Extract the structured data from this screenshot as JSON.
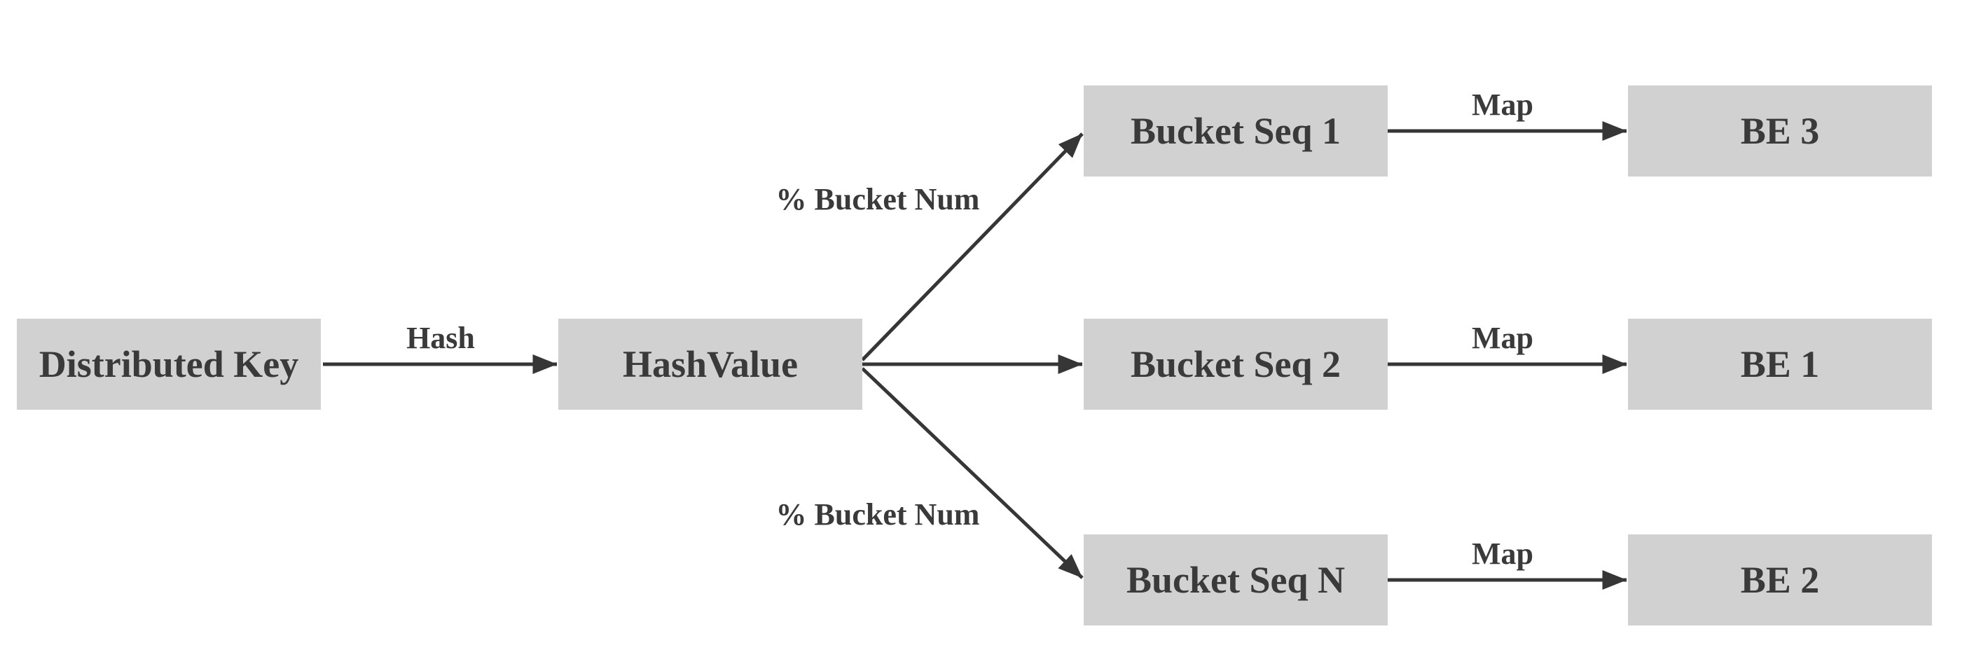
{
  "diagram": {
    "description": "Hash distribution flow diagram",
    "colors": {
      "background": "#ffffff",
      "box_fill": "#d1d1d1",
      "text": "#3a3a3a",
      "arrow": "#363636"
    },
    "nodes": {
      "distributed_key": {
        "label": "Distributed Key"
      },
      "hash_value": {
        "label": "HashValue"
      },
      "bucket_seq_1": {
        "label": "Bucket Seq 1"
      },
      "bucket_seq_2": {
        "label": "Bucket Seq 2"
      },
      "bucket_seq_n": {
        "label": "Bucket Seq N"
      },
      "be_3": {
        "label": "BE 3"
      },
      "be_1": {
        "label": "BE 1"
      },
      "be_2": {
        "label": "BE 2"
      }
    },
    "edge_labels": {
      "hash": "Hash",
      "bucket_num_top": "% Bucket Num",
      "bucket_num_bottom": "% Bucket Num",
      "map_1": "Map",
      "map_2": "Map",
      "map_3": "Map"
    }
  }
}
